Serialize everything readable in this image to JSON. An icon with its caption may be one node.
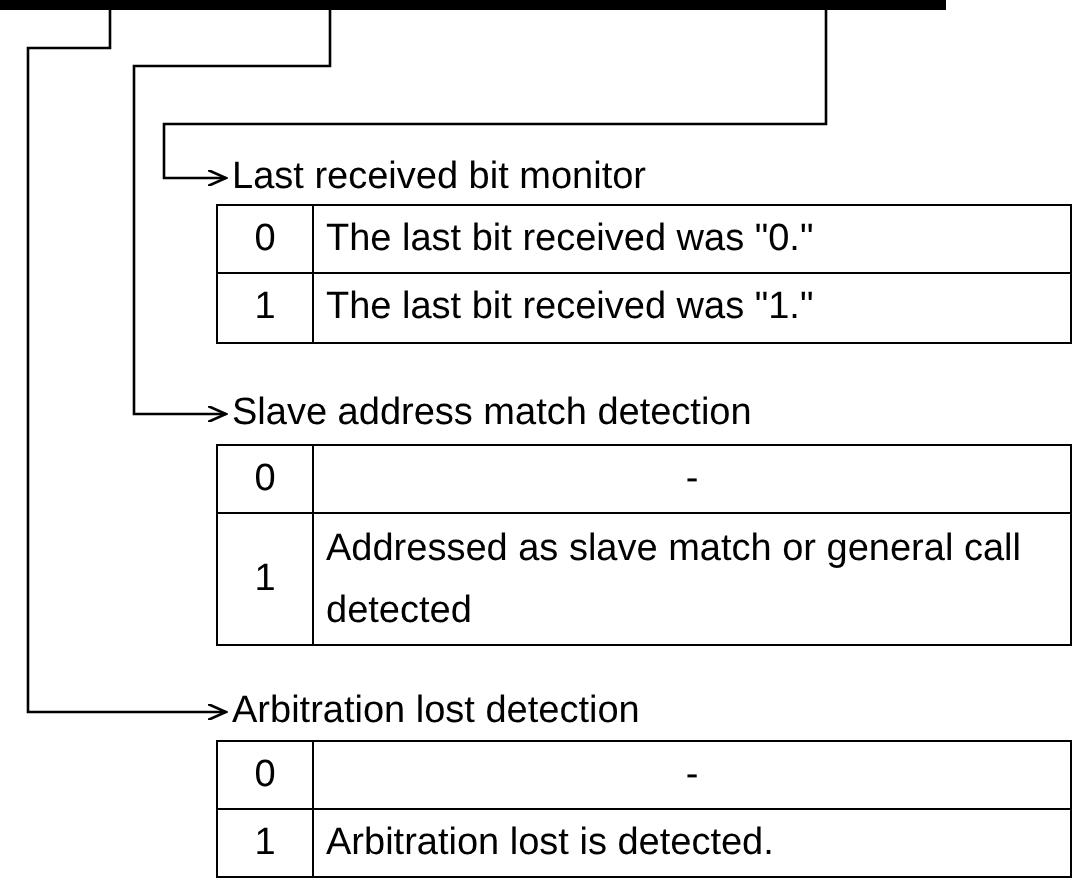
{
  "diagram": {
    "nodes": [
      {
        "text": [],
        "shape": "box"
      },
      {
        "text": [],
        "shape": "box"
      },
      {
        "text": [],
        "shape": "box"
      },
      {
        "text": [],
        "shape": "box"
      },
      {
        "text": [
          "Last received bit monitor"
        ]
      },
      {
        "text": [
          "Slave address match detection"
        ]
      },
      {
        "text": [
          "Arbitration lost detection"
        ]
      }
    ],
    "edges": [
      {
        "from": 3,
        "to": 4,
        "arrow": "to"
      },
      {
        "from": 1,
        "to": 5,
        "arrow": "to"
      },
      {
        "from": 0,
        "to": 6,
        "arrow": "to"
      }
    ],
    "labels": [
      "0",
      "The last bit received was \"0.\"",
      "1",
      "The last bit received was \"1.\"",
      "0",
      "-",
      "1",
      "Addressed as slave match or general call detected",
      "0",
      "-",
      "1",
      "Arbitration lost is detected."
    ]
  }
}
